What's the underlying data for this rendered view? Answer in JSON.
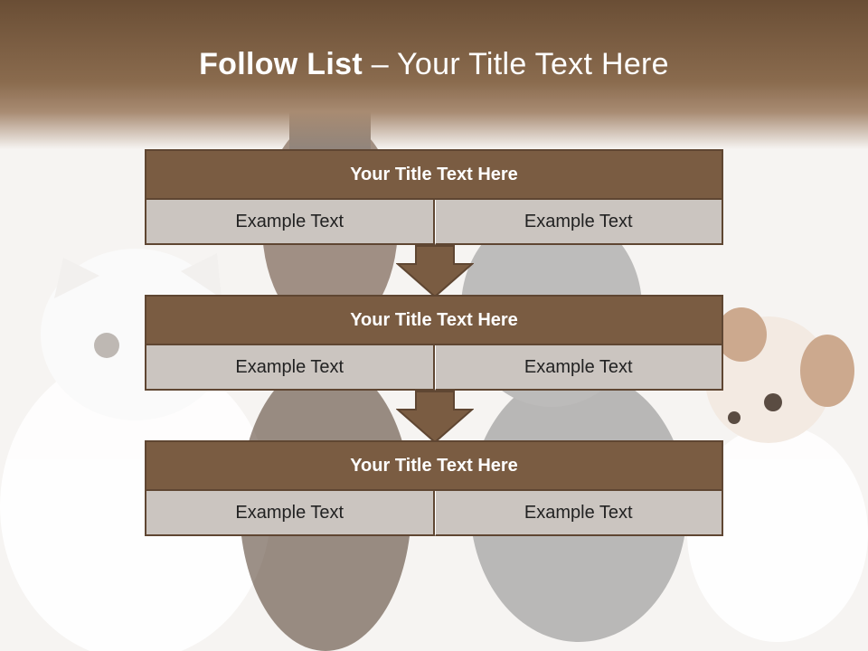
{
  "slide": {
    "title_bold": "Follow List",
    "title_rest": " – Your Title Text Here"
  },
  "steps": [
    {
      "title": "Your Title Text Here",
      "left": "Example Text",
      "right": "Example Text"
    },
    {
      "title": "Your Title Text Here",
      "left": "Example Text",
      "right": "Example Text"
    },
    {
      "title": "Your Title Text Here",
      "left": "Example Text",
      "right": "Example Text"
    }
  ],
  "colors": {
    "header": "#7a5c42",
    "cell": "#cbc5c0",
    "arrow": "#7a5c42"
  },
  "background_image": "kitten-dog-puppy-photo"
}
